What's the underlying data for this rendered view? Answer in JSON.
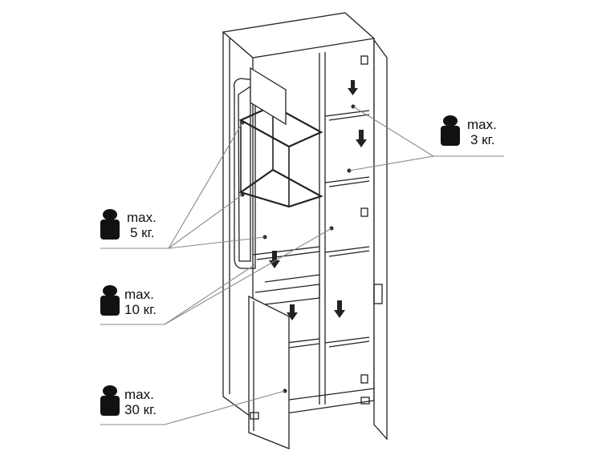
{
  "labels": [
    {
      "id": "load-3",
      "line1": "max.",
      "line2": "3 кг."
    },
    {
      "id": "load-5",
      "line1": "max.",
      "line2": "5 кг."
    },
    {
      "id": "load-10",
      "line1": "max.",
      "line2": "10 кг."
    },
    {
      "id": "load-30",
      "line1": "max.",
      "line2": "30 кг."
    }
  ],
  "colors": {
    "line": "#222222",
    "leader": "#888888",
    "weight": "#111111"
  }
}
